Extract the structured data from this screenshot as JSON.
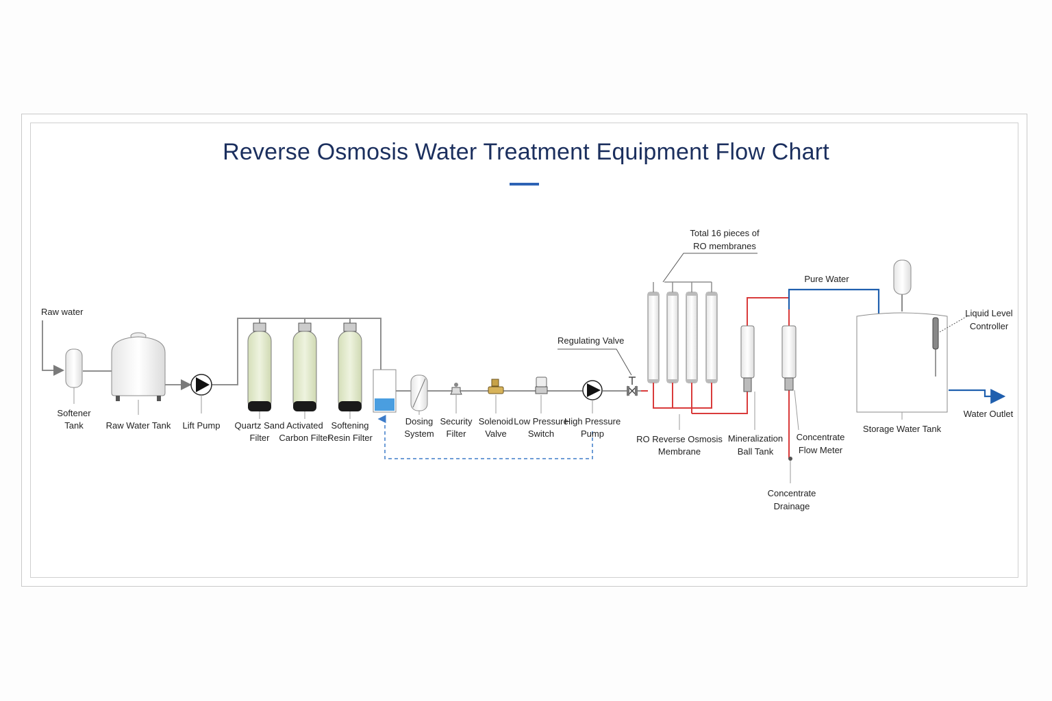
{
  "title": "Reverse Osmosis Water Treatment Equipment Flow Chart",
  "colors": {
    "title": "#1b2f5e",
    "accent": "#2d63b5",
    "pipe": "#8e8e8e",
    "concentrate": "#d93a3a",
    "pure_water": "#1f5fae",
    "dosing": "#3d7cc9",
    "filter_media": "#e4eccf"
  },
  "labels": {
    "raw_water": "Raw water",
    "softener_tank": [
      "Softener",
      "Tank"
    ],
    "raw_water_tank": "Raw Water Tank",
    "lift_pump": "Lift Pump",
    "quartz_sand_filter": [
      "Quartz Sand",
      "Filter"
    ],
    "activated_carbon_filter": [
      "Activated",
      "Carbon Filter"
    ],
    "softening_resin_filter": [
      "Softening",
      "Resin Filter"
    ],
    "dosing_system": [
      "Dosing",
      "System"
    ],
    "security_filter": [
      "Security",
      "Filter"
    ],
    "solenoid_valve": [
      "Solenoid",
      "Valve"
    ],
    "low_pressure_switch": [
      "Low Pressure",
      "Switch"
    ],
    "high_pressure_pump": [
      "High Pressure",
      "Pump"
    ],
    "regulating_valve": "Regulating Valve",
    "membranes_note": [
      "Total 16 pieces of",
      "RO membranes"
    ],
    "ro_membrane": [
      "RO Reverse Osmosis",
      "Membrane"
    ],
    "mineralization_ball_tank": [
      "Mineralization",
      "Ball Tank"
    ],
    "concentrate_flow_meter": [
      "Concentrate",
      "Flow Meter"
    ],
    "concentrate_drainage": [
      "Concentrate",
      "Drainage"
    ],
    "pure_water": "Pure Water",
    "liquid_level_controller": [
      "Liquid Level",
      "Controller"
    ],
    "storage_water_tank": "Storage Water Tank",
    "water_outlet": "Water Outlet"
  }
}
